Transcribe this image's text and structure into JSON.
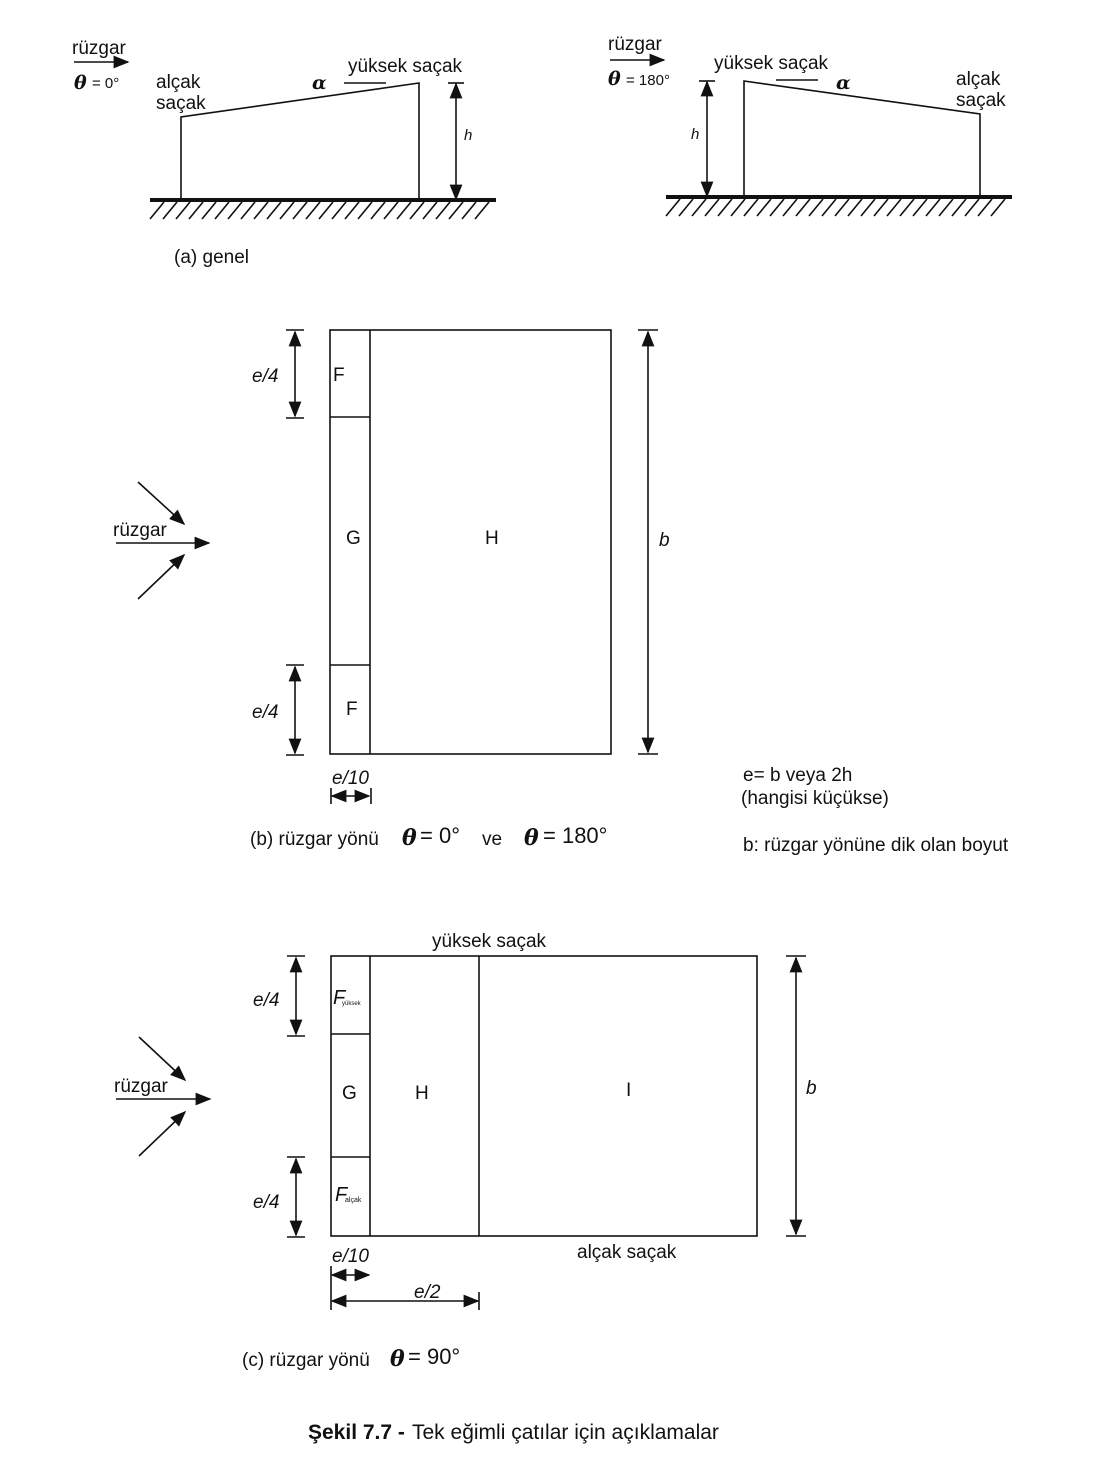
{
  "panel_a": {
    "left": {
      "wind_label": "rüzgar",
      "theta_symbol": "θ",
      "theta_value": "= 0°",
      "low_eave_1": "alçak",
      "low_eave_2": "saçak",
      "high_eave": "yüksek saçak",
      "alpha": "α",
      "h": "h"
    },
    "right": {
      "wind_label": "rüzgar",
      "theta_symbol": "θ",
      "theta_value": "= 180°",
      "low_eave_1": "alçak",
      "low_eave_2": "saçak",
      "high_eave": "yüksek saçak",
      "alpha": "α",
      "h": "h"
    },
    "caption": "(a) genel"
  },
  "panel_b": {
    "wind_label": "rüzgar",
    "zones": {
      "F_top": "F",
      "G": "G",
      "H": "H",
      "F_bottom": "F"
    },
    "dim_e4_top": "e/4",
    "dim_e4_bottom": "e/4",
    "dim_b": "b",
    "dim_e10": "e/10",
    "caption_prefix": "(b) rüzgar yönü",
    "theta_symbol": "θ",
    "theta1": "= 0°",
    "ve": "ve",
    "theta2": "= 180°",
    "note_e_1": "e= b veya 2h",
    "note_e_2": "(hangisi küçükse)",
    "note_b": "b: rüzgar yönüne  dik olan boyut"
  },
  "panel_c": {
    "wind_label": "rüzgar",
    "high_eave": "yüksek saçak",
    "low_eave": "alçak saçak",
    "zones": {
      "F": "F",
      "F_high_sub": "yüksek",
      "G": "G",
      "H": "H",
      "I": "I",
      "F_low_sub": "alçak"
    },
    "dim_e4_top": "e/4",
    "dim_e4_bottom": "e/4",
    "dim_b": "b",
    "dim_e10": "e/10",
    "dim_e2": "e/2",
    "caption_prefix": "(c) rüzgar yönü",
    "theta_symbol": "θ",
    "theta": "= 90°"
  },
  "figure_caption": {
    "label": "Şekil 7.7 -",
    "text": " Tek eğimli çatılar için açıklamalar"
  }
}
